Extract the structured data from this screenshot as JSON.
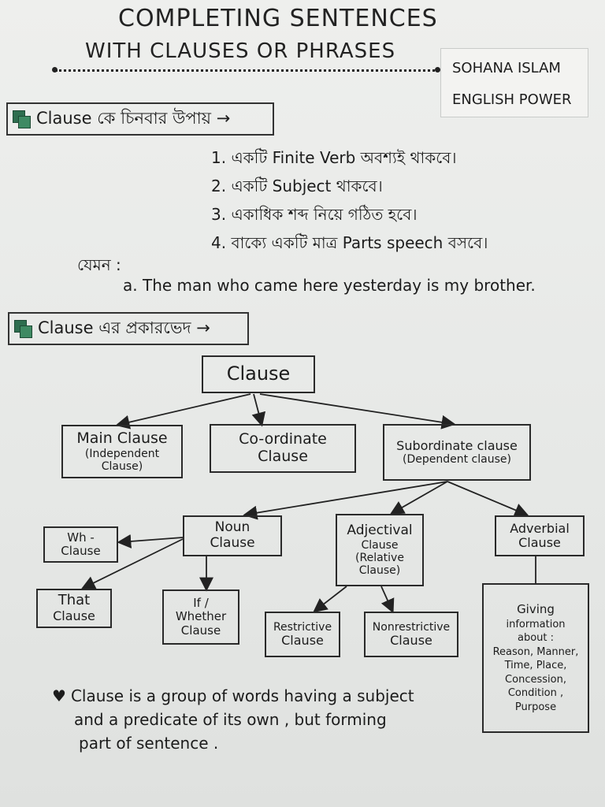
{
  "title": {
    "line1": "COMPLETING SENTENCES",
    "line2": "WITH CLAUSES OR PHRASES"
  },
  "author": {
    "name": "SOHANA ISLAM",
    "brand": "ENGLISH POWER"
  },
  "section1": {
    "heading": "Clause কে চিনবার উপায় →",
    "rules": [
      "1. একটি Finite Verb অবশ্যই থাকবে।",
      "2. একটি Subject থাকবে।",
      "3. একাধিক শব্দ নিয়ে গঠিত হবে।",
      "4. বাক্যে একটি মাত্র Parts speech বসবে।"
    ],
    "example_label": "যেমন :",
    "example": "a. The man who came here yesterday is my brother."
  },
  "section2": {
    "heading": "Clause এর প্রকারভেদ →"
  },
  "diagram": {
    "root": "Clause",
    "main_clause": [
      "Main Clause",
      "(Independent",
      "Clause)"
    ],
    "coordinate_clause": [
      "Co-ordinate",
      "Clause"
    ],
    "subordinate_clause": [
      "Subordinate clause",
      "(Dependent clause)"
    ],
    "noun_clause": [
      "Noun",
      "Clause"
    ],
    "adjectival_clause": [
      "Adjectival",
      "Clause",
      "(Relative",
      "Clause)"
    ],
    "adverbial_clause": [
      "Adverbial",
      "Clause"
    ],
    "wh_clause": [
      "Wh -",
      "Clause"
    ],
    "that_clause": [
      "That",
      "Clause"
    ],
    "if_whether_clause": [
      "If /",
      "Whether",
      "Clause"
    ],
    "restrictive_clause": [
      "Restrictive",
      "Clause"
    ],
    "nonrestrictive_clause": [
      "Nonrestrictive",
      "Clause"
    ],
    "adverbial_info": [
      "Giving",
      "information",
      "about :",
      "Reason, Manner,",
      "Time, Place,",
      "Concession,",
      "Condition ,",
      "Purpose"
    ]
  },
  "note": {
    "bullet": "♥",
    "lines": [
      "Clause is a group of words having a subject",
      "and a predicate of its own , but forming",
      "part of sentence ."
    ]
  },
  "colors": {
    "icon": "#2e6e4f",
    "ink": "#1c1c1c",
    "paper": "#e9ebe9"
  }
}
